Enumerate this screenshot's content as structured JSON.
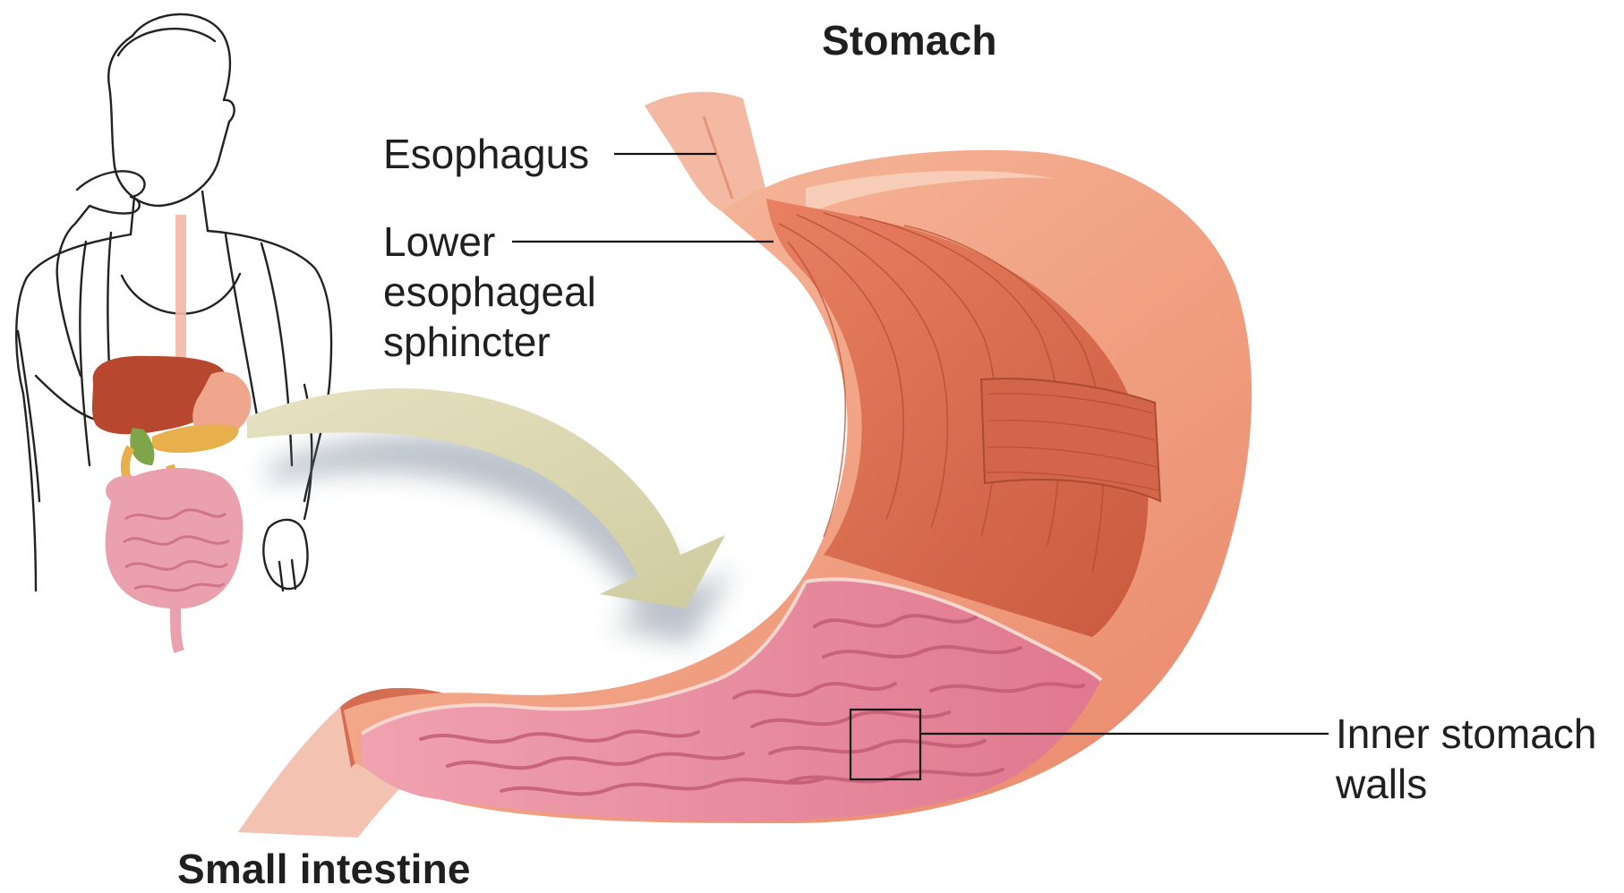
{
  "diagram": {
    "title_stomach": "Stomach",
    "title_small_intestine": "Small intestine",
    "labels": {
      "esophagus": "Esophagus",
      "les_line1": "Lower",
      "les_line2": "esophageal",
      "les_line3": "sphincter",
      "inner_line1": "Inner stomach",
      "inner_line2": "walls"
    }
  },
  "colors": {
    "stomach_outer": "#f2a385",
    "stomach_muscle": "#d9694a",
    "mucosa": "#e8869a",
    "fold": "#c75f76",
    "arrow": "#d6d3ac",
    "liver": "#b4442d",
    "pancreas": "#e8b04d",
    "intestine": "#eaa0ad",
    "line": "#111111"
  }
}
